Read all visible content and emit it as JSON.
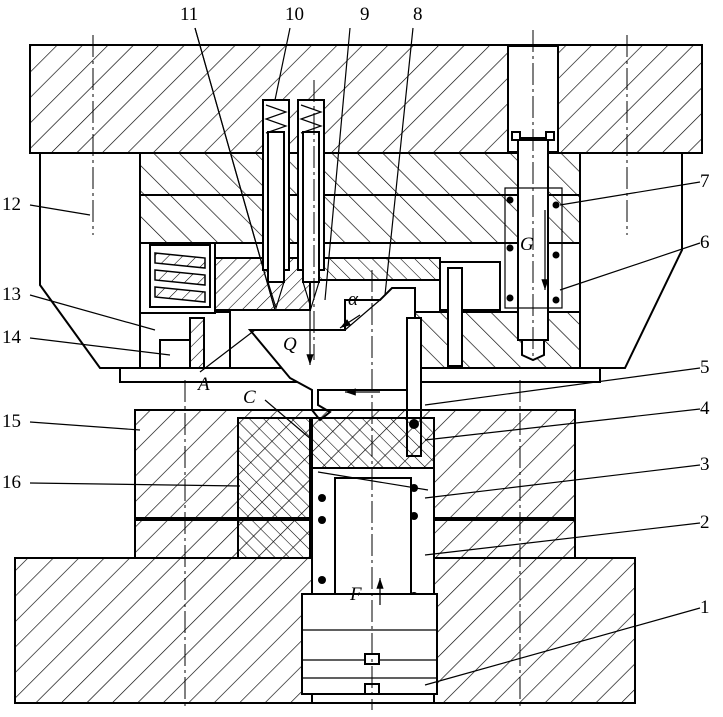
{
  "part_numbers": [
    "1",
    "2",
    "3",
    "4",
    "5",
    "6",
    "7",
    "8",
    "9",
    "10",
    "11",
    "12",
    "13",
    "14",
    "15",
    "16"
  ],
  "symbols": {
    "alpha": "α",
    "Q": "Q",
    "G": "G",
    "F": "F",
    "A": "A",
    "C": "C"
  }
}
